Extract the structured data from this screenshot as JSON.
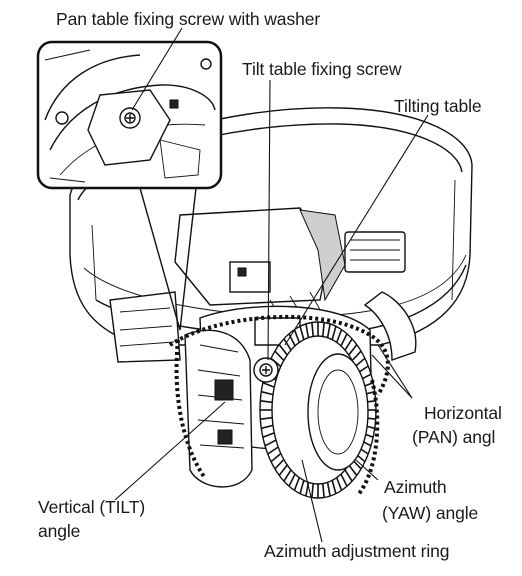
{
  "labels": {
    "pan_screw": "Pan table fixing screw with washer",
    "tilt_screw": "Tilt table fixing screw",
    "tilting_table": "Tilting table",
    "horizontal_1": "Horizontal",
    "horizontal_2": "(PAN) angl",
    "vertical_1": "Vertical (TILT)",
    "vertical_2": "angle",
    "azimuth_1": "Azimuth",
    "azimuth_2": "(YAW) angle",
    "ring": "Azimuth adjustment ring"
  }
}
